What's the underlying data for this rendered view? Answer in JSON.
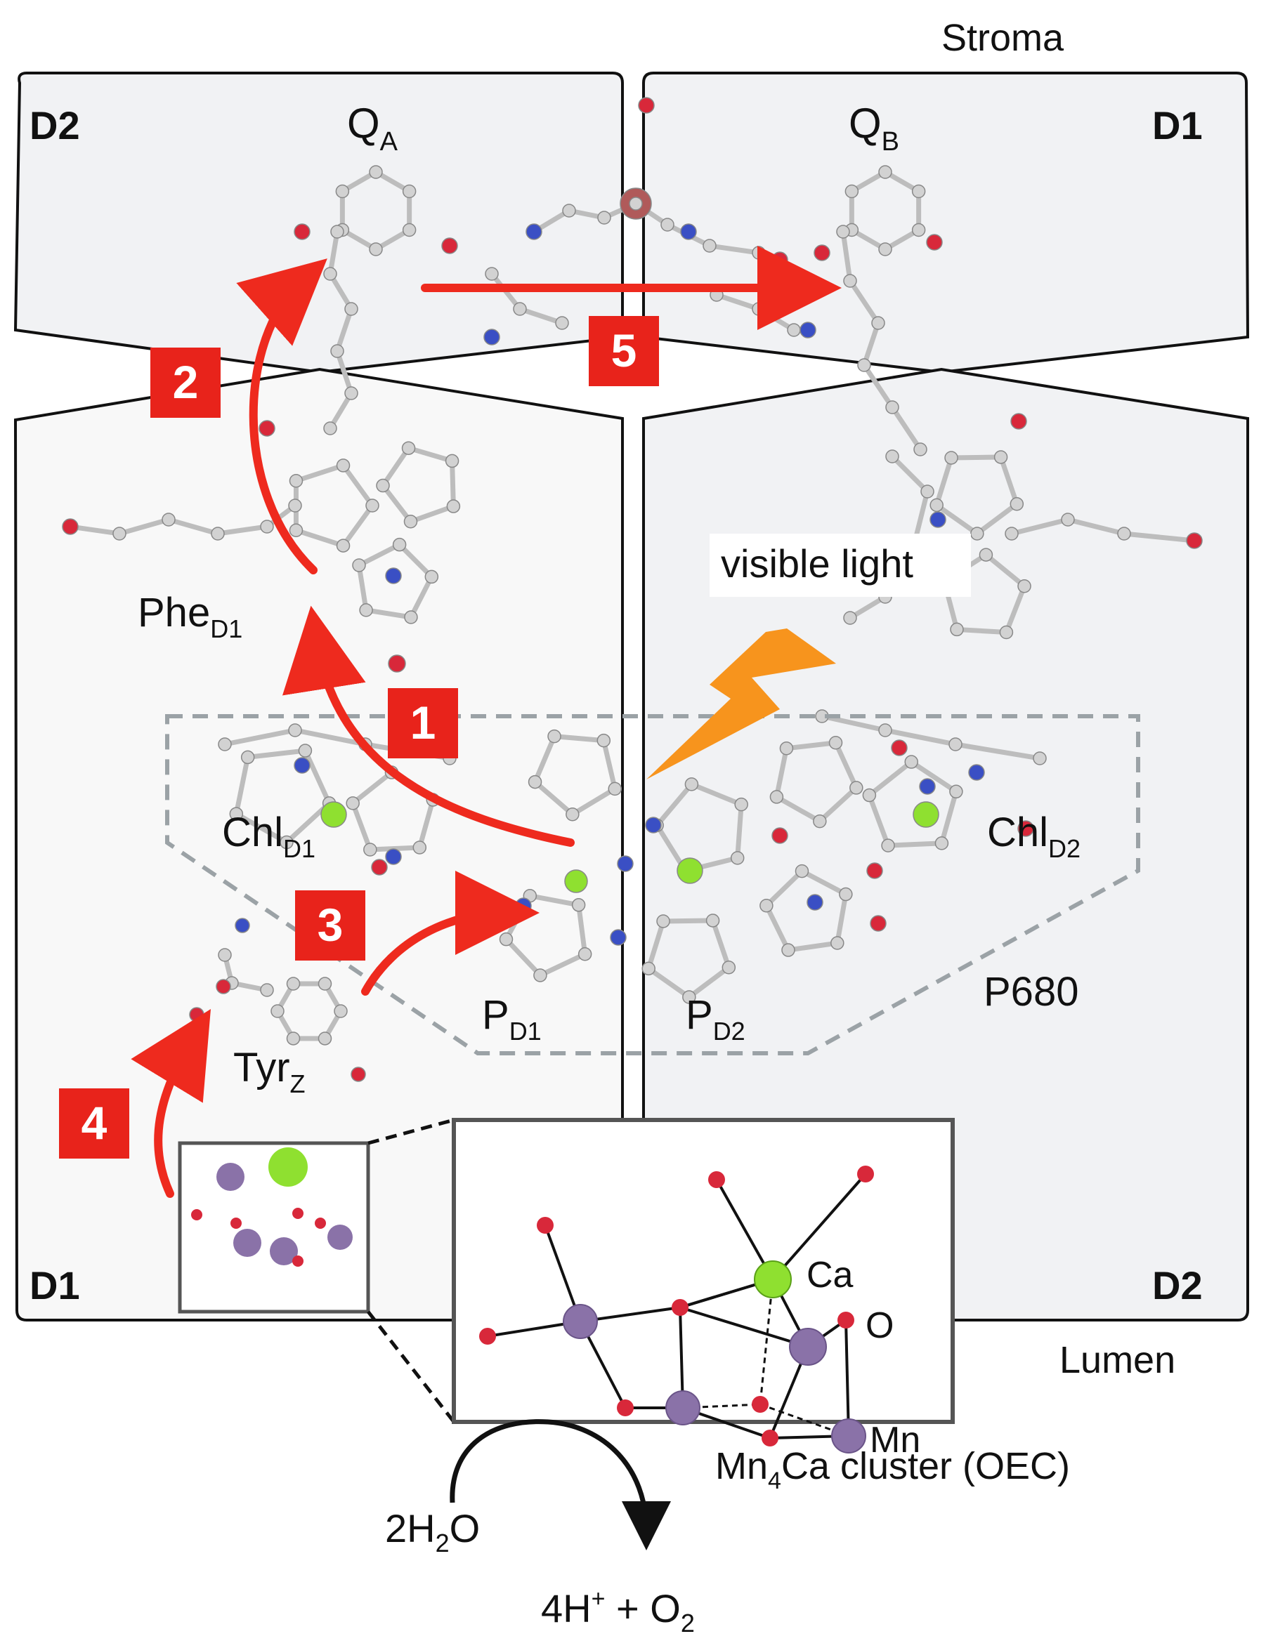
{
  "labels": {
    "stroma": "Stroma",
    "lumen": "Lumen",
    "panel_top_left": "D2",
    "panel_top_right": "D1",
    "panel_bottom_left": "D1",
    "panel_bottom_right": "D2",
    "qa_main": "Q",
    "qa_sub": "A",
    "qb_main": "Q",
    "qb_sub": "B",
    "phe_main": "Phe",
    "phe_sub": "D1",
    "chl_d1_main": "Chl",
    "chl_d1_sub": "D1",
    "chl_d2_main": "Chl",
    "chl_d2_sub": "D2",
    "pd1_main": "P",
    "pd1_sub": "D1",
    "pd2_main": "P",
    "pd2_sub": "D2",
    "p680": "P680",
    "tyr_main": "Tyr",
    "tyr_sub": "Z",
    "visible_light": "visible light",
    "ca": "Ca",
    "o": "O",
    "mn": "Mn",
    "cluster_a": "Mn",
    "cluster_sub": "4",
    "cluster_b": "Ca cluster (OEC)",
    "water_a": "2H",
    "water_sub": "2",
    "water_b": "O",
    "products_a": "4H",
    "products_sup": "+",
    "products_b": " + O",
    "products_sub": "2"
  },
  "steps": [
    "1",
    "2",
    "3",
    "4",
    "5"
  ],
  "colors": {
    "arrow_red": "#ee2a1e",
    "badge_red": "#e8231b",
    "light_orange": "#f7941d",
    "panel_fill": "#f1f2f4",
    "atom_carbon": "#d2d2d2",
    "atom_oxygen": "#d8283a",
    "atom_nitrogen": "#3a4fc4",
    "atom_mg_ca": "#8fe030",
    "atom_mn": "#8a72a8",
    "dashed_box": "#9ba2a6"
  }
}
